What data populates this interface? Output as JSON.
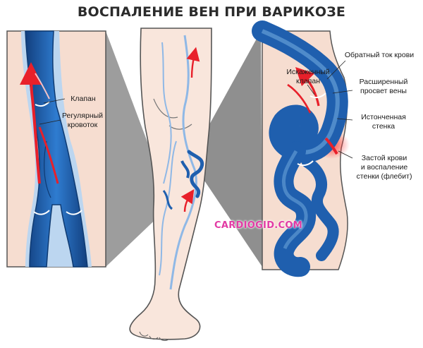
{
  "title": "ВОСПАЛЕНИЕ ВЕН ПРИ ВАРИКОЗЕ",
  "left_panel": {
    "valve_label": "Клапан",
    "flow_label_line1": "Регулярный",
    "flow_label_line2": "кровоток"
  },
  "right_panel": {
    "distorted_valve_line1": "Искаженный",
    "distorted_valve_line2": "клапан",
    "reverse_flow": "Обратный ток крови",
    "dilated_lumen_line1": "Расширенный",
    "dilated_lumen_line2": "просвет вены",
    "thinned_wall_line1": "Истонченная",
    "thinned_wall_line2": "стенка",
    "stasis_line1": "Застой крови",
    "stasis_line2": "и воспаление",
    "stasis_line3": "стенки (флебит)"
  },
  "watermark": "CARDIOGID.COM",
  "colors": {
    "skin": "#f6ddd0",
    "vein_blue": "#1f5fae",
    "vein_light": "#6fa8dc",
    "blood_red": "#e8202a",
    "panel_gray": "#9a9a9a"
  }
}
